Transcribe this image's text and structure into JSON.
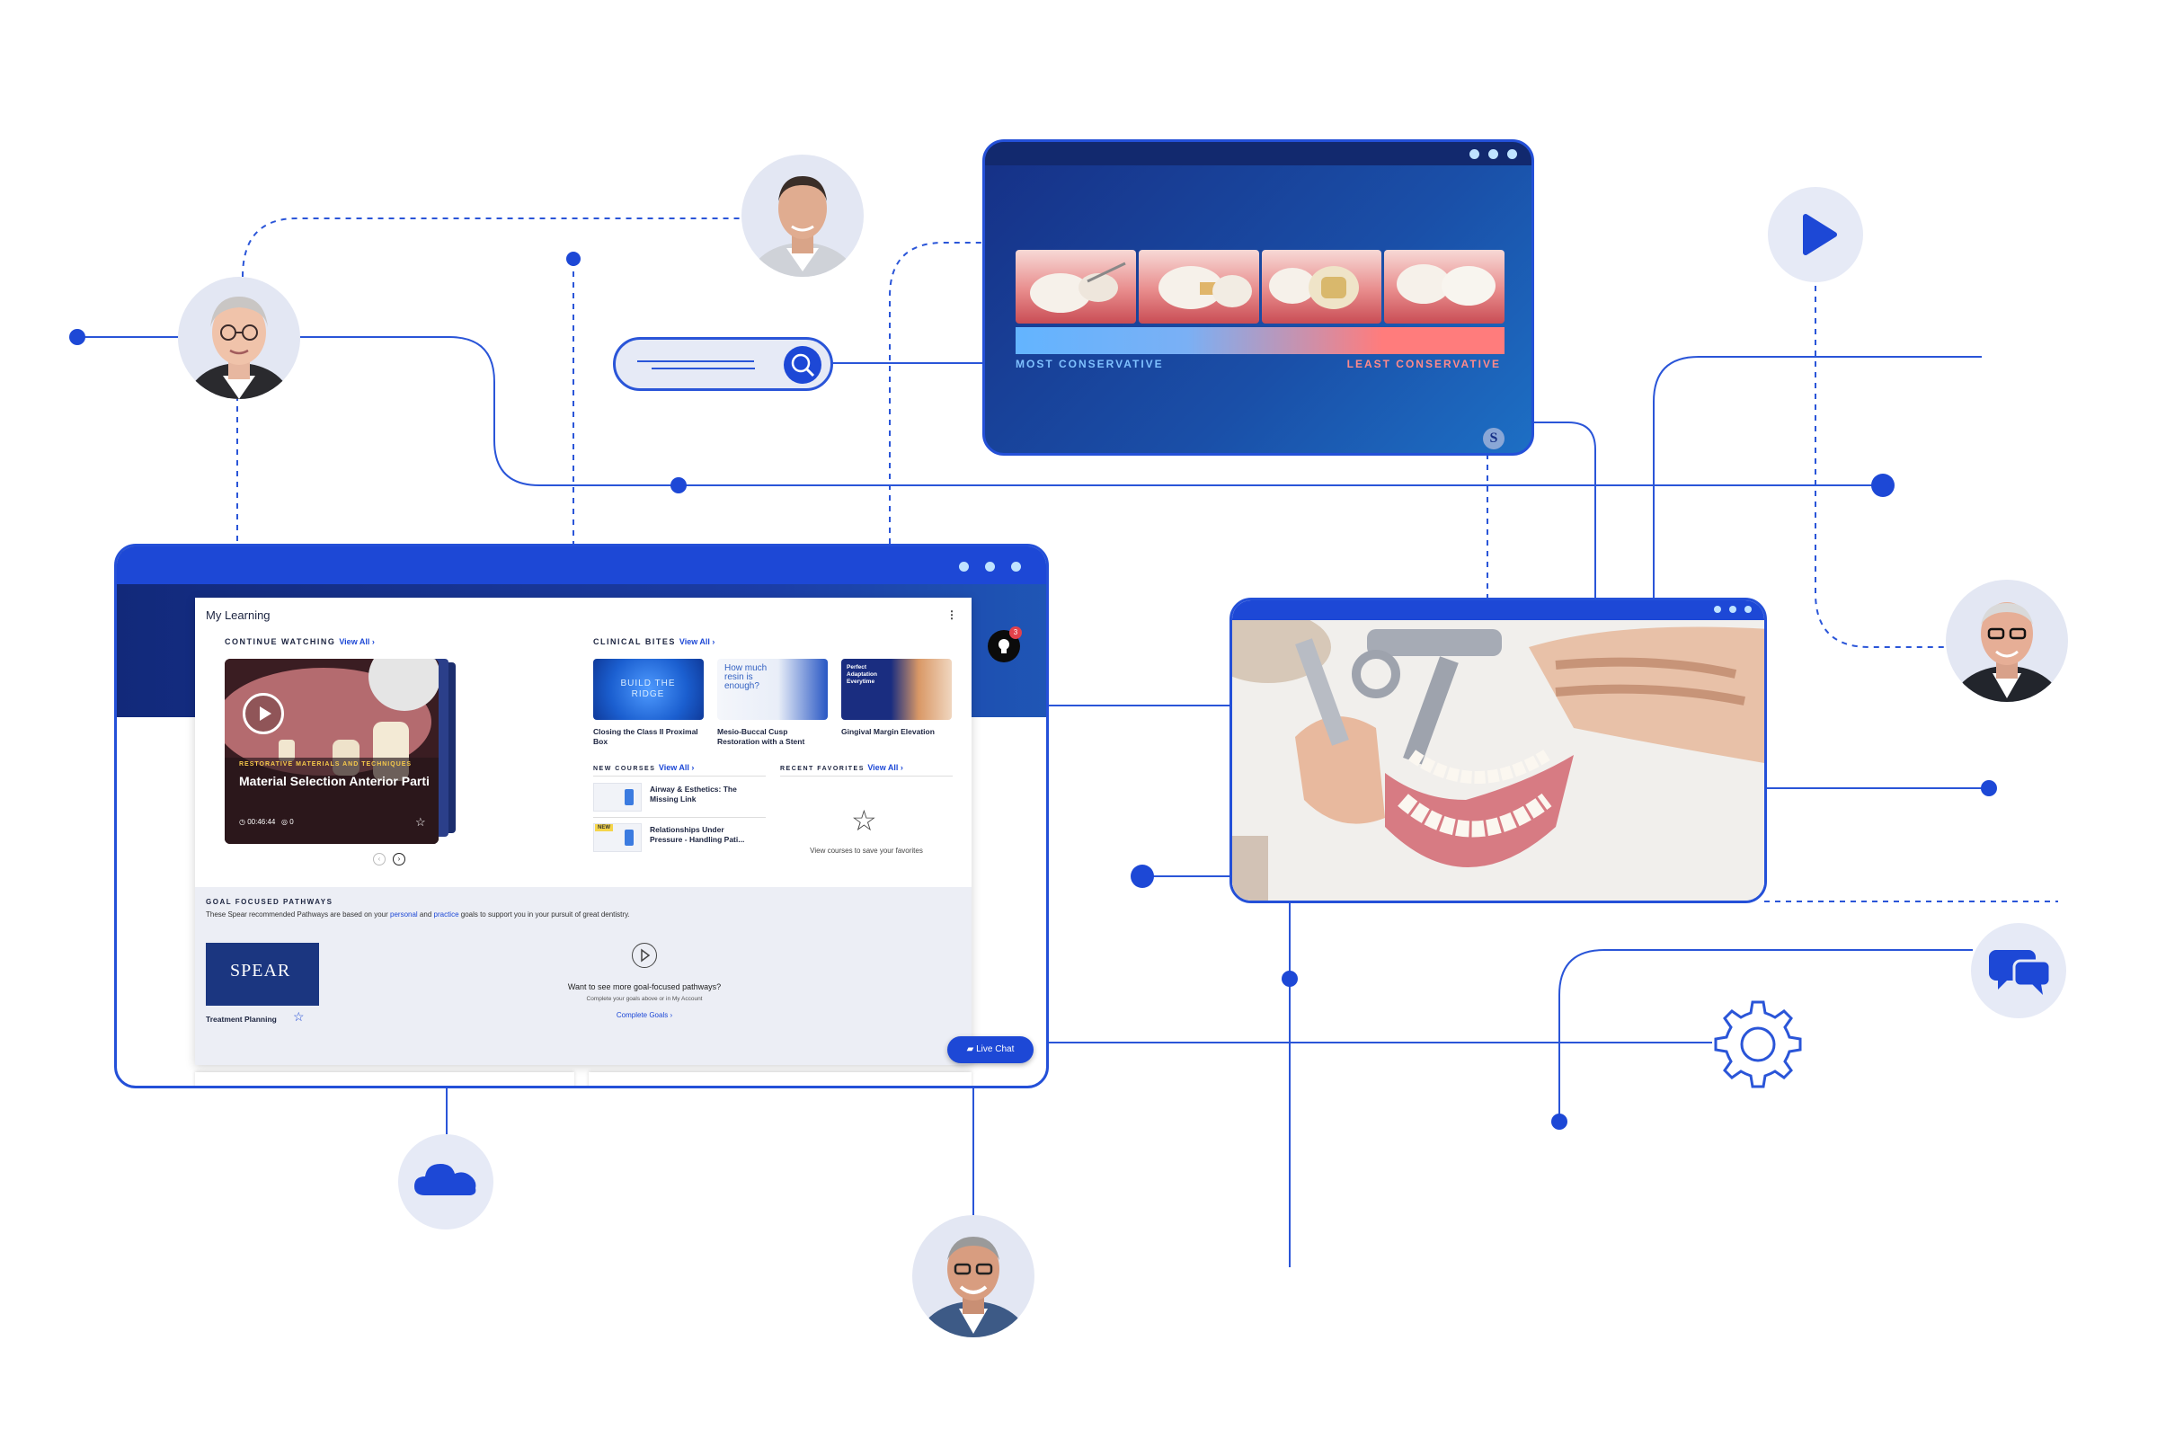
{
  "app": {
    "card_title": "My Learning",
    "menu_glyph": "⋮",
    "notification_count": "3",
    "lightbulb_icon": "lightbulb-icon"
  },
  "continue_watching": {
    "header": "CONTINUE WATCHING",
    "view_all": "View All ›",
    "category": "RESTORATIVE MATERIALS AND TECHNIQUES",
    "title": "Material Selection Anterior Partial Coverage...",
    "duration": "00:46:44",
    "ce_count": "0"
  },
  "clinical_bites": {
    "header": "CLINICAL BITES",
    "view_all": "View All ›",
    "items": [
      {
        "label": "Closing the Class II Proximal Box",
        "thumb_text": "BUILD THE RIDGE"
      },
      {
        "label": "Mesio-Buccal Cusp Restoration with a Stent",
        "thumb_text": "How much resin is enough?"
      },
      {
        "label": "Gingival Margin Elevation",
        "thumb_text": "Perfect Adaptation Everytime"
      }
    ]
  },
  "new_courses": {
    "header": "NEW COURSES",
    "view_all": "View All ›",
    "items": [
      {
        "title": "Airway & Esthetics: The Missing Link",
        "badge": ""
      },
      {
        "title": "Relationships Under Pressure - Handling Pati...",
        "badge": "NEW"
      }
    ]
  },
  "recent_favorites": {
    "header": "RECENT FAVORITES",
    "view_all": "View All ›",
    "empty_text": "View courses to save your favorites"
  },
  "pathways": {
    "header": "GOAL FOCUSED PATHWAYS",
    "desc_prefix": "These Spear recommended Pathways are based on your ",
    "link_personal": "personal",
    "desc_and": " and ",
    "link_practice": "practice",
    "desc_suffix": " goals to support you in your pursuit of great dentistry.",
    "card_logo": "SPEAR",
    "card_label": "Treatment Planning",
    "cta_title": "Want to see more goal-focused pathways?",
    "cta_sub": "Complete your goals above or in My Account",
    "cta_link": "Complete Goals ›"
  },
  "live_chat": {
    "label": "Live Chat"
  },
  "conservative": {
    "left_label": "MOST CONSERVATIVE",
    "right_label": "LEAST CONSERVATIVE",
    "logo_letter": "S"
  },
  "colors": {
    "brand_blue": "#1d48d6",
    "line_blue": "#2a55d8",
    "navy": "#14308a",
    "gradient_left": "#63b4ff",
    "gradient_right": "#ff7c7c"
  }
}
